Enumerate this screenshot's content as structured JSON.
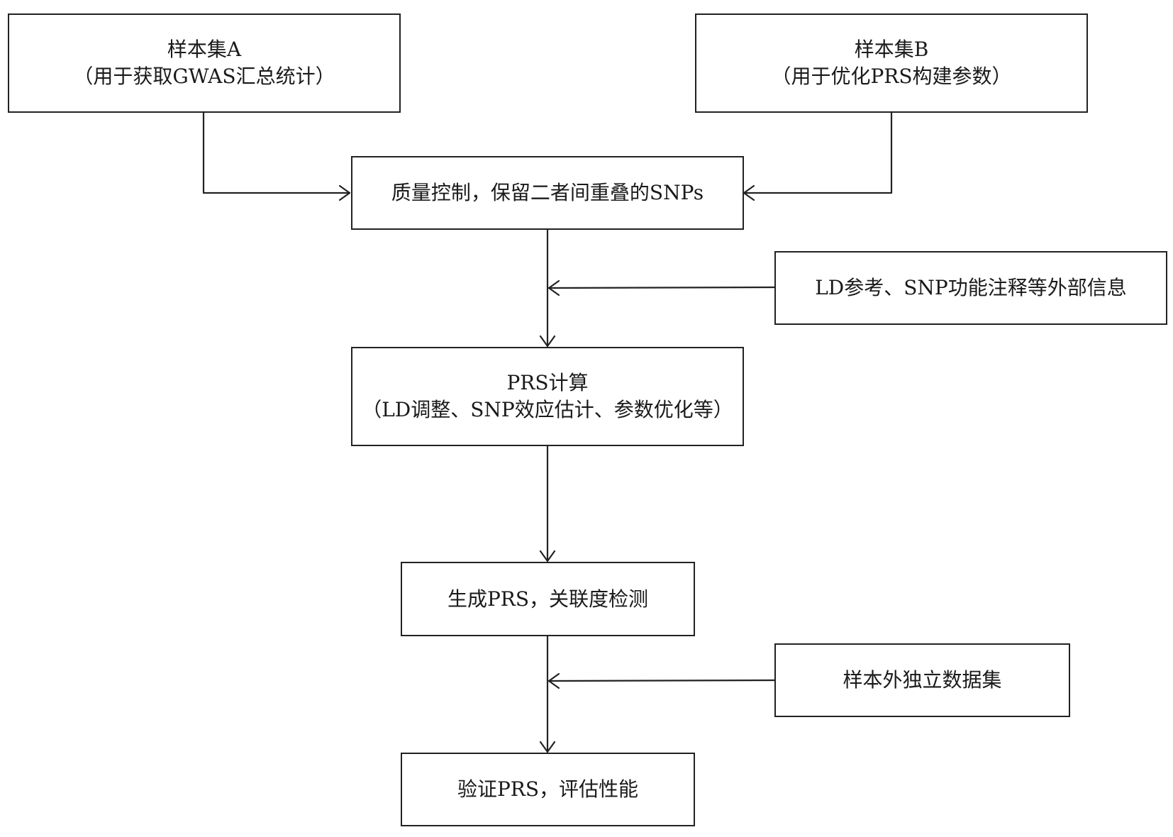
{
  "diagram": {
    "type": "flowchart",
    "line_color": "#222222",
    "nodes": {
      "sample_a": {
        "lines": [
          "样本集A",
          "（用于获取GWAS汇总统计）"
        ]
      },
      "sample_b": {
        "lines": [
          "样本集B",
          "（用于优化PRS构建参数）"
        ]
      },
      "quality_control": {
        "lines": [
          "质量控制，保留二者间重叠的SNPs"
        ]
      },
      "external_info": {
        "lines": [
          "LD参考、SNP功能注释等外部信息"
        ]
      },
      "prs_compute": {
        "lines": [
          "PRS计算",
          "（LD调整、SNP效应估计、参数优化等）"
        ]
      },
      "generate_prs": {
        "lines": [
          "生成PRS，关联度检测"
        ]
      },
      "independent_data": {
        "lines": [
          "样本外独立数据集"
        ]
      },
      "validate_prs": {
        "lines": [
          "验证PRS，评估性能"
        ]
      }
    },
    "edges": [
      {
        "from": "sample_a",
        "to": "quality_control"
      },
      {
        "from": "sample_b",
        "to": "quality_control"
      },
      {
        "from": "quality_control",
        "to": "prs_compute"
      },
      {
        "from": "external_info",
        "to": "quality_control-prs_compute-link"
      },
      {
        "from": "prs_compute",
        "to": "generate_prs"
      },
      {
        "from": "generate_prs",
        "to": "validate_prs"
      },
      {
        "from": "independent_data",
        "to": "generate_prs-validate_prs-link"
      }
    ]
  }
}
